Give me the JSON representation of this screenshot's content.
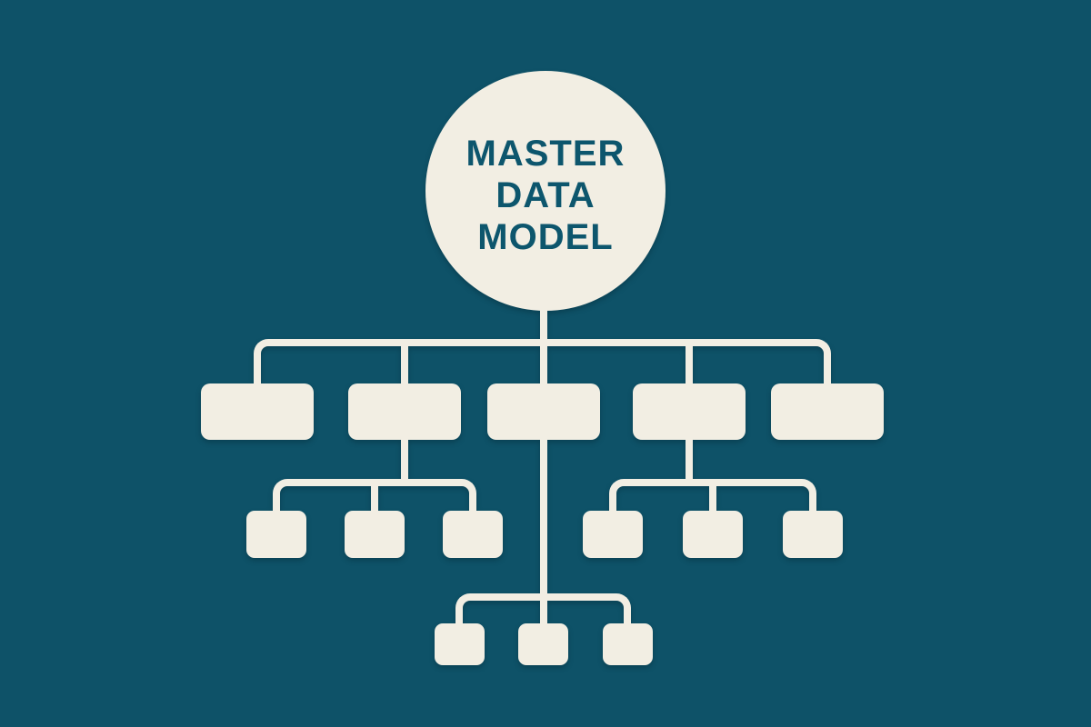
{
  "title": {
    "line1": "MASTER",
    "line2": "DATA",
    "line3": "MODEL"
  },
  "colors": {
    "background": "#0E5268",
    "shape_fill": "#F2EEE3",
    "title_text": "#0D566D"
  },
  "diagram": {
    "type": "org-chart",
    "root_label": "MASTER DATA MODEL",
    "levels": [
      {
        "level": 1,
        "nodes": 5,
        "parent": "root"
      },
      {
        "level": 2,
        "groups": [
          {
            "parent": "level1-node-2",
            "nodes": 3
          },
          {
            "parent": "level1-node-4",
            "nodes": 3
          }
        ]
      },
      {
        "level": 3,
        "groups": [
          {
            "parent": "level1-node-3",
            "nodes": 3
          }
        ]
      }
    ]
  }
}
